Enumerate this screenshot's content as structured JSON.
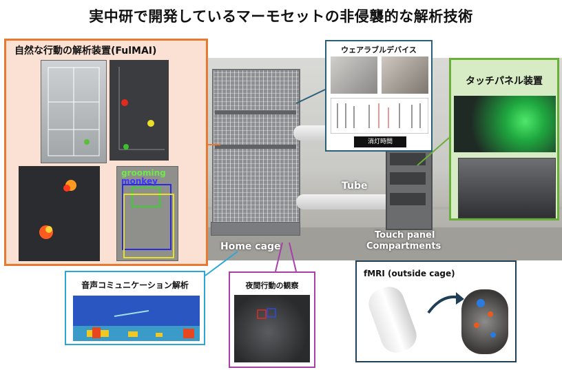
{
  "title": "実中研で開発しているマーモセットの非侵襲的な解析技術",
  "photo": {
    "home_cage": "Home cage",
    "tube": "Tube",
    "touch_panel_line1": "Touch panel",
    "touch_panel_line2": "Compartments"
  },
  "panels": {
    "fulmai": {
      "title": "自然な行動の解析装置(FulMAI)",
      "det_label_1": "grooming",
      "det_label_2": "monkey"
    },
    "wearable": {
      "title": "ウェアラブルデバイス",
      "bar_label": "消灯時間"
    },
    "touch": {
      "title": "タッチパネル装置"
    },
    "voice": {
      "title": "音声コミュニケーション解析"
    },
    "night": {
      "title": "夜間行動の観察"
    },
    "fmri": {
      "title": "fMRI (outside cage)"
    }
  },
  "colors": {
    "orange": "#e77a30",
    "green": "#6aaf3a",
    "teal": "#2a5f7a",
    "cyan": "#2aa7d6",
    "purple": "#a83ea8",
    "navy": "#1e3f55"
  }
}
